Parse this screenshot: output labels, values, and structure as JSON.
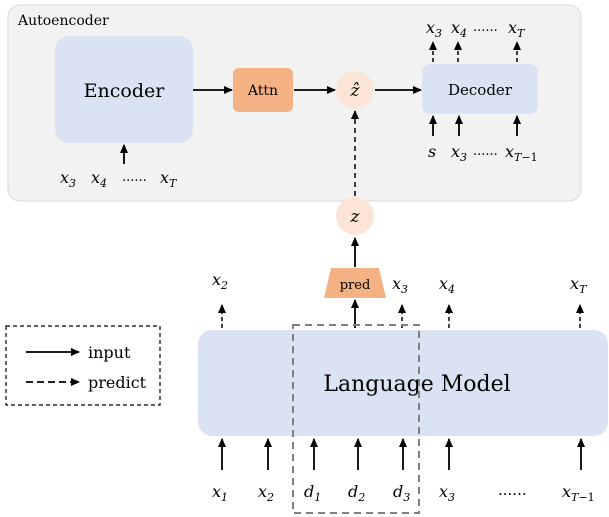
{
  "autoencoder": {
    "title": "Autoencoder",
    "encoder_label": "Encoder",
    "attn_label": "Attn",
    "zhat_label": "ẑ",
    "decoder_label": "Decoder",
    "encoder_inputs": [
      "x3",
      "x4",
      "......",
      "xT"
    ],
    "decoder_outputs": [
      "x3",
      "x4",
      "......",
      "xT"
    ],
    "decoder_inputs": [
      "s",
      "x3",
      "......",
      "xT−1"
    ]
  },
  "z_label": "z",
  "pred_label": "pred",
  "language_model_label": "Language Model",
  "lm_outputs": [
    "x2",
    "x3",
    "x4",
    "xT"
  ],
  "lm_inputs": [
    "x1",
    "x2",
    "d1",
    "d2",
    "d3",
    "x3",
    "......",
    "xT−1"
  ],
  "legend": {
    "input_label": "input",
    "predict_label": "predict"
  },
  "colors": {
    "panel_bg": "#f2f2f2",
    "box_blue": "#dae3f3",
    "attn_orange": "#f4b183",
    "node_peach": "#fbe5d6",
    "pred_orange": "#f4b183",
    "dashed_gray": "#808080"
  }
}
